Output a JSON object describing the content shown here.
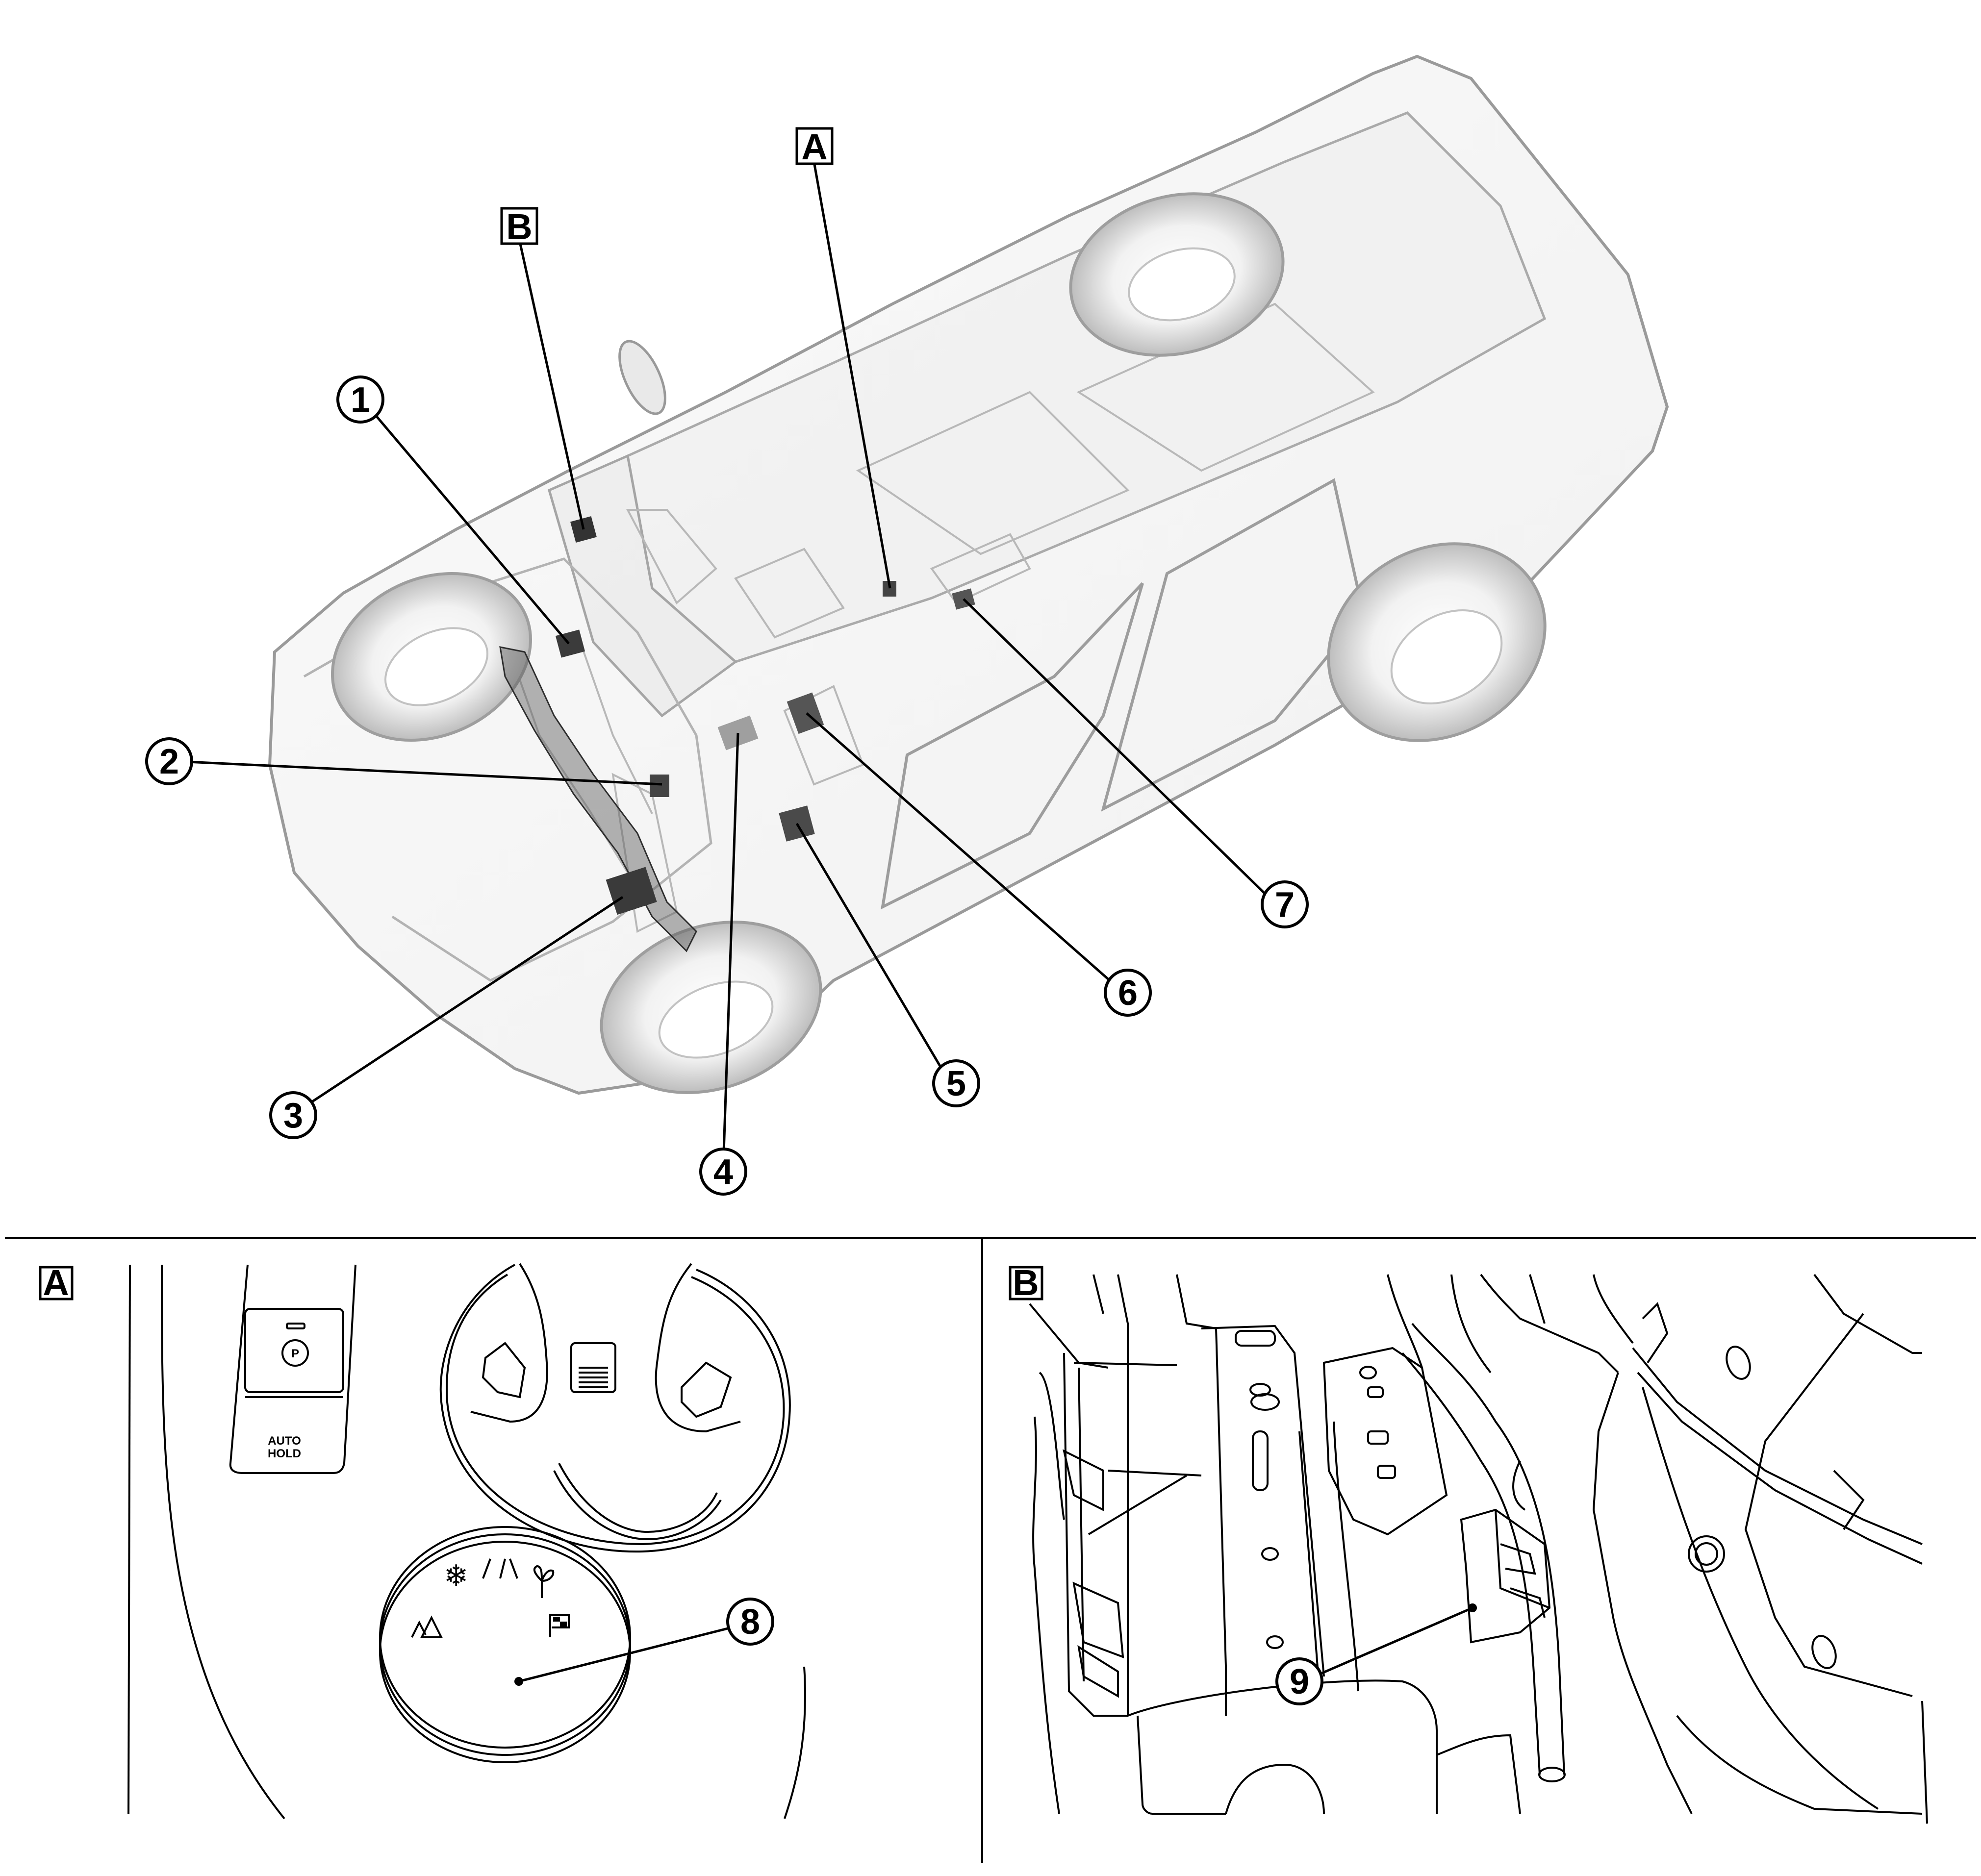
{
  "overview": {
    "view_labels": {
      "a": "A",
      "b": "B"
    },
    "callouts": [
      "1",
      "2",
      "3",
      "4",
      "5",
      "6",
      "7"
    ]
  },
  "detail_a": {
    "label": "A",
    "auto_hold_text_1": "AUTO",
    "auto_hold_text_2": "HOLD",
    "parking_symbol": "P",
    "callout": "8"
  },
  "detail_b": {
    "label": "B",
    "callout": "9"
  }
}
